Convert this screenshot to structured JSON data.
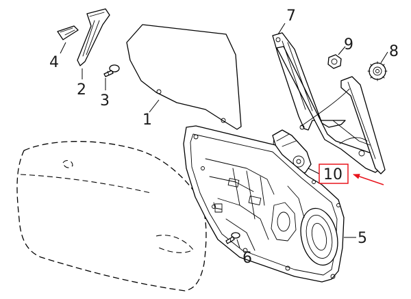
{
  "callouts": [
    {
      "id": "c1",
      "label": "1"
    },
    {
      "id": "c2",
      "label": "2"
    },
    {
      "id": "c3",
      "label": "3"
    },
    {
      "id": "c4",
      "label": "4"
    },
    {
      "id": "c5",
      "label": "5"
    },
    {
      "id": "c6",
      "label": "6"
    },
    {
      "id": "c7",
      "label": "7"
    },
    {
      "id": "c8",
      "label": "8"
    },
    {
      "id": "c9",
      "label": "9"
    },
    {
      "id": "c10",
      "label": "10"
    }
  ],
  "highlight": {
    "callout": "10",
    "box_color": "#e8141c",
    "arrow_color": "#e8141c"
  },
  "colors": {
    "line": "#000000",
    "background": "#ffffff"
  }
}
